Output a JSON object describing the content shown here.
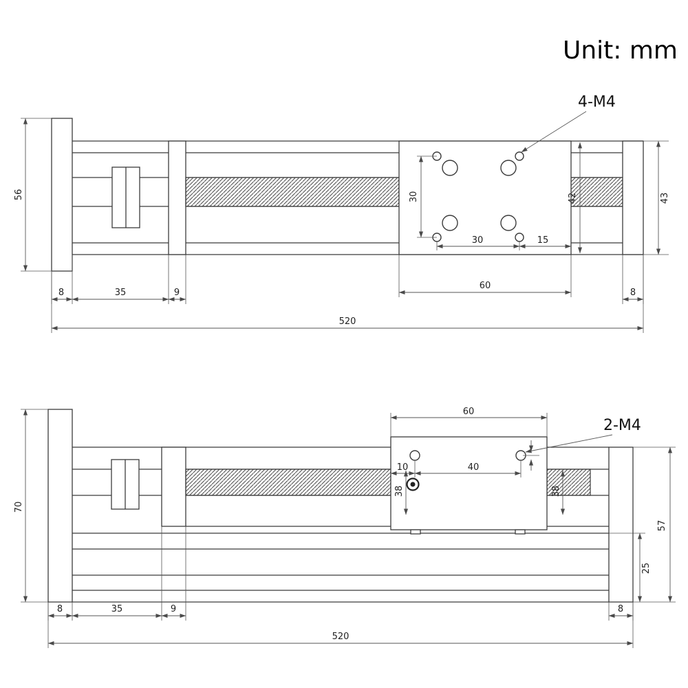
{
  "unit_label": "Unit: mm",
  "top_view": {
    "thread_callout": "4-M4",
    "dims": {
      "end_plate_width": "56",
      "body_width": "43",
      "table_width": "42",
      "hole_pitch_vertical": "30",
      "hole_pitch_horizontal": "30",
      "hole_edge_offset": "15",
      "table_length": "60",
      "left_cap": "8",
      "motor_section": "35",
      "bearing_block": "9",
      "right_cap": "8",
      "overall_length": "520"
    }
  },
  "side_view": {
    "thread_callout": "2-M4",
    "dims": {
      "table_length": "60",
      "hole_edge_offset": "10",
      "hole_pitch": "40",
      "end_plate_height": "70",
      "right_end_height": "57",
      "base_height": "25",
      "screw_height_left": "38",
      "screw_height_right": "38",
      "left_cap": "8",
      "motor_section": "35",
      "bearing_block": "9",
      "right_cap": "8",
      "overall_length": "520"
    }
  }
}
